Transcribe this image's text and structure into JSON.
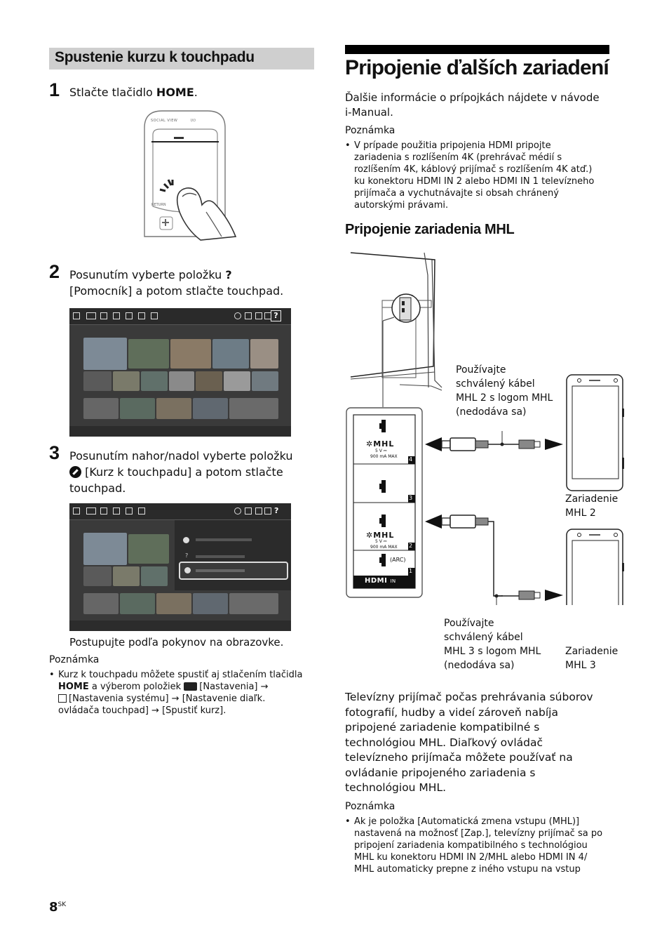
{
  "left": {
    "section_title": "Spustenie kurzu k touchpadu",
    "steps": [
      {
        "num": "1",
        "text_pre": "Stlačte tlačidlo ",
        "text_bold": "HOME",
        "text_post": "."
      },
      {
        "num": "2",
        "line1": "Posunutím vyberte položku",
        "line2": "[Pomocník] a potom stlačte touchpad."
      },
      {
        "num": "3",
        "line1": "Posunutím nahor/nadol vyberte položku",
        "line2": "[Kurz k touchpadu] a potom stlačte",
        "line3": "touchpad."
      }
    ],
    "remote_labels": {
      "social_view": "SOCIAL VIEW",
      "power": "I/⏻",
      "return": "RETURN"
    },
    "follow_text": "Postupujte podľa pokynov na obrazovke.",
    "note_title": "Poznámka",
    "note_lines": [
      "Kurz k touchpadu môžete spustiť aj stlačením tlačidla",
      {
        "bold": "HOME",
        "rest": " a výberom položiek ",
        "item": "[Nastavenia] →"
      },
      "[Nastavenia systému] → [Nastavenie diaľk.",
      "ovládača touchpad] → [Spustiť kurz]."
    ]
  },
  "right": {
    "title": "Pripojenie ďalších zariadení",
    "intro_lines": [
      "Ďalšie informácie o prípojkách nájdete v návode",
      "i-Manual."
    ],
    "note1_title": "Poznámka",
    "note1_lines": [
      "V prípade použitia pripojenia HDMI pripojte",
      "zariadenia s rozlíšením 4K (prehrávač médií s",
      "rozlíšením 4K, káblový prijímač s rozlíšením 4K atď.)",
      "ku konektoru HDMI IN 2 alebo HDMI IN 1 televízneho",
      "prijímača a vychutnávajte si obsah chránený",
      "autorskými právami."
    ],
    "subtitle": "Pripojenie zariadenia MHL",
    "cable_label_top": [
      "Používajte",
      "schválený kábel",
      "MHL 2 s logom MHL",
      "(nedodáva sa)"
    ],
    "cable_label_bottom": [
      "Používajte",
      "schválený kábel",
      "MHL 3 s logom MHL",
      "(nedodáva sa)"
    ],
    "device_labels": [
      [
        "Zariadenie",
        "MHL 2"
      ],
      [
        "Zariadenie",
        "MHL 3"
      ]
    ],
    "ports": [
      {
        "num": "4",
        "mhl": true
      },
      {
        "num": "3",
        "mhl": false
      },
      {
        "num": "2",
        "mhl": true
      },
      {
        "num": "1",
        "arc": "(ARC)"
      }
    ],
    "mhl_logo": "MHL",
    "port_power": [
      "5 V ⎓",
      "900 mA MAX"
    ],
    "hdmi_logo": "HDMI",
    "hdmi_in": "IN",
    "para_lines": [
      "Televízny prijímač počas prehrávania súborov",
      "fotografií, hudby a videí zároveň nabíja",
      "pripojené zariadenie kompatibilné s",
      "technológiou MHL. Diaľkový ovládač",
      "televízneho prijímača môžete používať na",
      "ovládanie pripojeného zariadenia s",
      "technológiou MHL."
    ],
    "note2_title": "Poznámka",
    "note2_lines": [
      "Ak je položka [Automatická zmena vstupu (MHL)]",
      "nastavená na možnosť [Zap.], televízny prijímač sa po",
      "pripojení zariadenia kompatibilného s technológiou",
      "MHL ku konektoru HDMI IN 2/MHL alebo HDMI IN 4/",
      "MHL automaticky prepne z iného vstupu na vstup"
    ]
  },
  "page": {
    "number": "8",
    "suffix": "SK"
  }
}
